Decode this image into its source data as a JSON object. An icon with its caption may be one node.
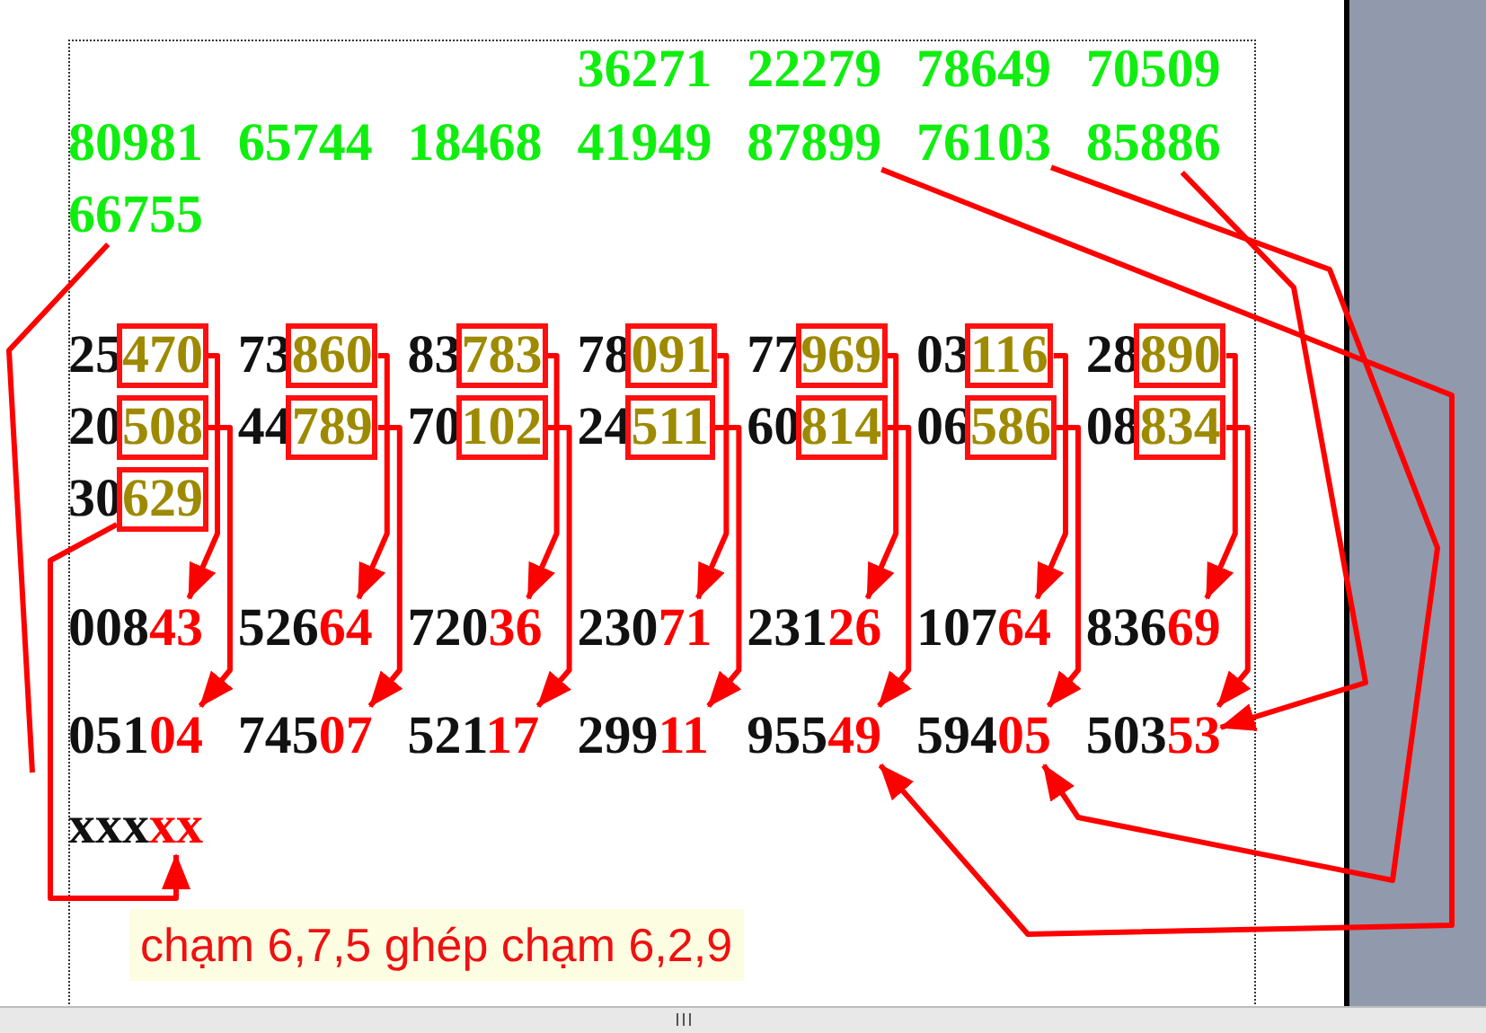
{
  "diagram": {
    "nodes": [
      {
        "text": [
          "87899"
        ]
      },
      {
        "text": [
          "76103"
        ]
      },
      {
        "text": [
          "85886"
        ]
      },
      {
        "text": [
          "66755"
        ]
      },
      {
        "text": [
          "470"
        ]
      },
      {
        "text": [
          "860"
        ]
      },
      {
        "text": [
          "783"
        ]
      },
      {
        "text": [
          "091"
        ]
      },
      {
        "text": [
          "969"
        ]
      },
      {
        "text": [
          "116"
        ]
      },
      {
        "text": [
          "890"
        ]
      },
      {
        "text": [
          "508"
        ]
      },
      {
        "text": [
          "789"
        ]
      },
      {
        "text": [
          "102"
        ]
      },
      {
        "text": [
          "511"
        ]
      },
      {
        "text": [
          "814"
        ]
      },
      {
        "text": [
          "586"
        ]
      },
      {
        "text": [
          "834"
        ]
      },
      {
        "text": [
          "629"
        ]
      },
      {
        "text": [
          "43"
        ]
      },
      {
        "text": [
          "64"
        ]
      },
      {
        "text": [
          "36"
        ]
      },
      {
        "text": [
          "71"
        ]
      },
      {
        "text": [
          "26"
        ]
      },
      {
        "text": [
          "64"
        ]
      },
      {
        "text": [
          "69"
        ]
      },
      {
        "text": [
          "04"
        ]
      },
      {
        "text": [
          "07"
        ]
      },
      {
        "text": [
          "17"
        ]
      },
      {
        "text": [
          "11"
        ]
      },
      {
        "text": [
          "49"
        ]
      },
      {
        "text": [
          "05"
        ]
      },
      {
        "text": [
          "53"
        ]
      },
      {
        "text": [
          "xx"
        ]
      },
      {
        "text": [
          "chạm 6,7,5 ghép chạm 6,2,9"
        ]
      }
    ],
    "edges": [
      {
        "from": 4,
        "to": 19,
        "arrow": "to"
      },
      {
        "from": 5,
        "to": 20,
        "arrow": "to"
      },
      {
        "from": 6,
        "to": 21,
        "arrow": "to"
      },
      {
        "from": 7,
        "to": 22,
        "arrow": "to"
      },
      {
        "from": 8,
        "to": 23,
        "arrow": "to"
      },
      {
        "from": 9,
        "to": 24,
        "arrow": "to"
      },
      {
        "from": 10,
        "to": 25,
        "arrow": "to"
      },
      {
        "from": 11,
        "to": 26,
        "arrow": "to"
      },
      {
        "from": 12,
        "to": 27,
        "arrow": "to"
      },
      {
        "from": 13,
        "to": 28,
        "arrow": "to"
      },
      {
        "from": 14,
        "to": 29,
        "arrow": "to"
      },
      {
        "from": 15,
        "to": 30,
        "arrow": "to"
      },
      {
        "from": 16,
        "to": 31,
        "arrow": "to"
      },
      {
        "from": 17,
        "to": 32,
        "arrow": "to"
      },
      {
        "from": 18,
        "to": 33,
        "arrow": "to"
      },
      {
        "from": 0,
        "to": 30,
        "arrow": "to"
      },
      {
        "from": 1,
        "to": 31,
        "arrow": "to"
      },
      {
        "from": 2,
        "to": 32,
        "arrow": "to"
      },
      {
        "from": 3,
        "to": null,
        "arrow": "none"
      }
    ],
    "labels": [
      "36271",
      "22279",
      "78649",
      "70509",
      "80981",
      "65744",
      "18468",
      "41949",
      "25",
      "73",
      "83",
      "78",
      "77",
      "03",
      "28",
      "20",
      "44",
      "70",
      "24",
      "60",
      "06",
      "08",
      "30",
      "008",
      "526",
      "720",
      "230",
      "231",
      "107",
      "836",
      "051",
      "745",
      "521",
      "299",
      "955",
      "594",
      "503",
      "xxx"
    ]
  }
}
